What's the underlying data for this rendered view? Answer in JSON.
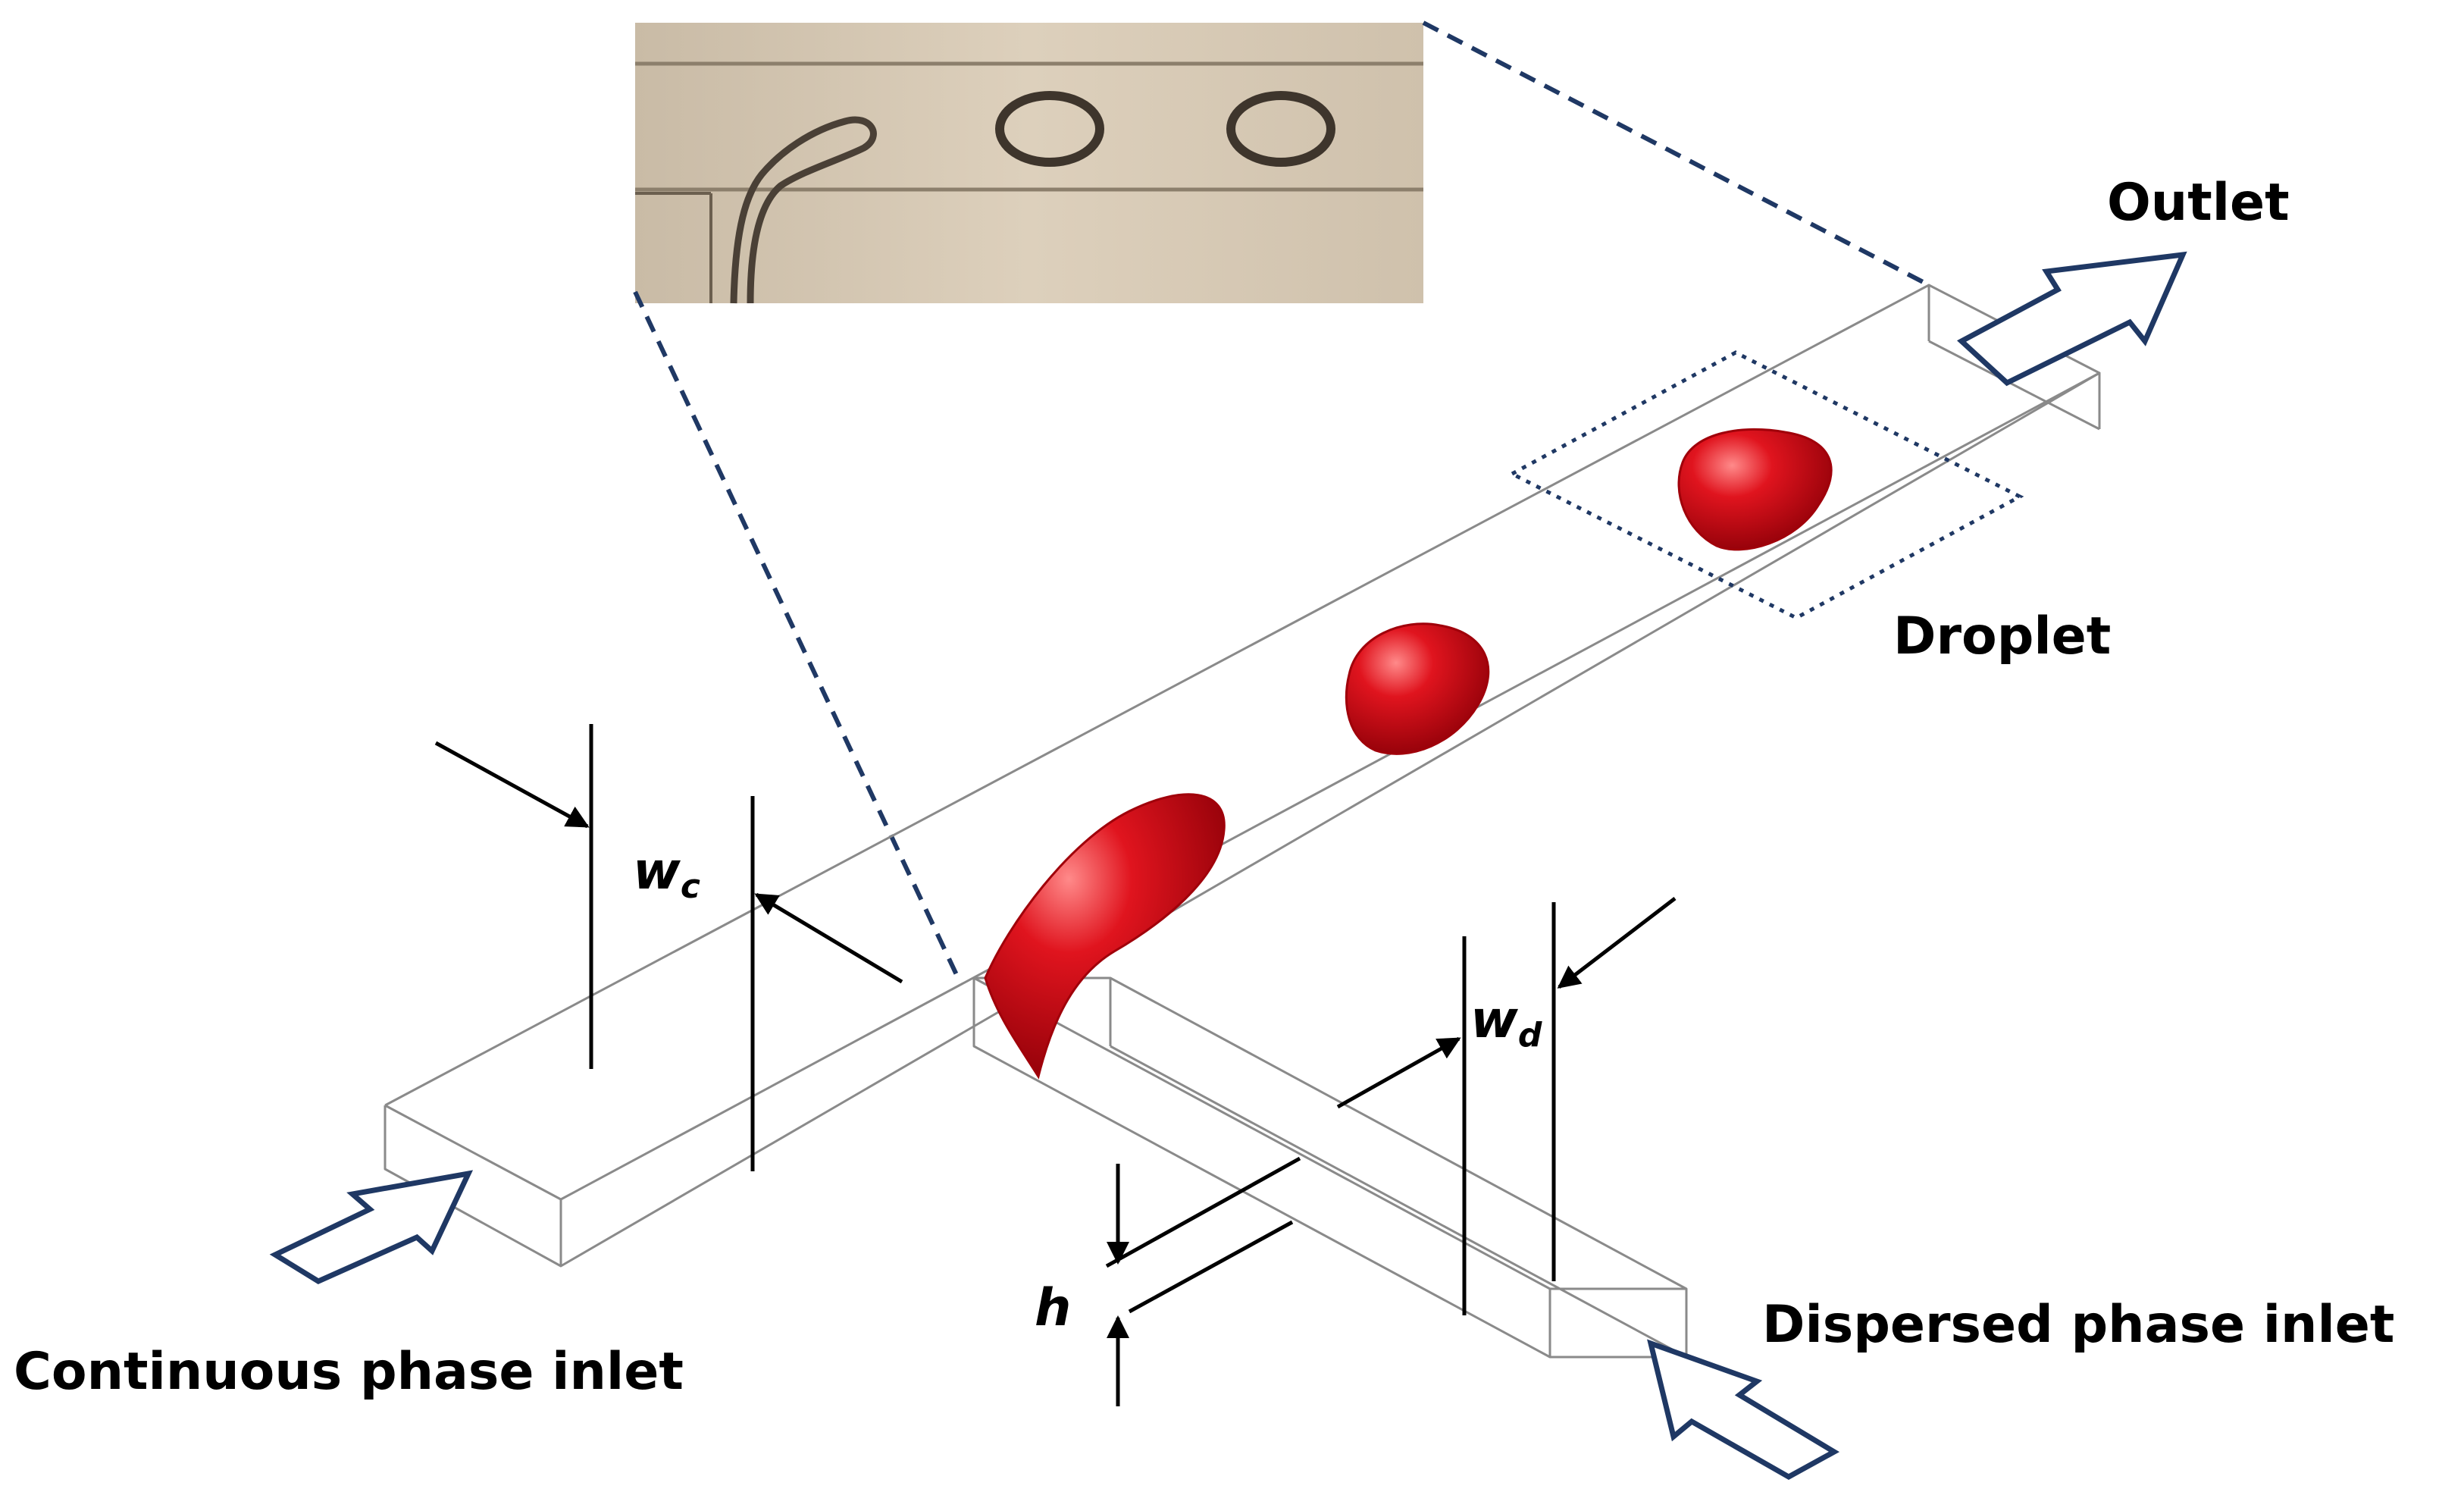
{
  "labels": {
    "outlet": "Outlet",
    "droplet": "Droplet",
    "continuous_inlet": "Continuous phase inlet",
    "dispersed_inlet": "Dispersed phase inlet",
    "h": "h",
    "wc_main": "w",
    "wc_sub": "c",
    "wd_main": "w",
    "wd_sub": "d"
  },
  "colors": {
    "droplet_red": "#e0141e",
    "arrow_navy": "#1f3864",
    "channel_outline": "#8a8a8a",
    "photo_bg": "#d7c9b5"
  },
  "icons": {
    "inlet_arrow": "hollow-arrow-icon",
    "outlet_arrow": "hollow-arrow-icon"
  }
}
